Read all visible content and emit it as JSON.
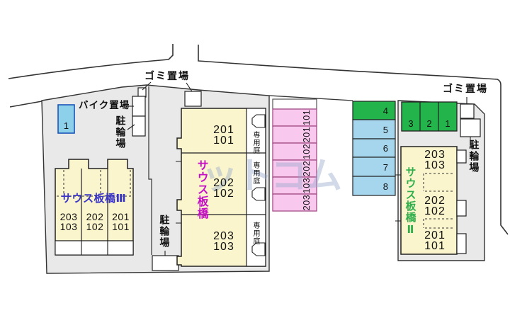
{
  "labels": {
    "garbage": "ゴミ置場",
    "bike_parking": "バイク置場",
    "bicycle_parking": "駐輪場",
    "private_garden": "専用庭"
  },
  "buildings": {
    "left": {
      "name": "サウス板橋Ⅲ",
      "units": [
        {
          "upper": "203",
          "lower": "103"
        },
        {
          "upper": "202",
          "lower": "102"
        },
        {
          "upper": "201",
          "lower": "101"
        }
      ]
    },
    "middle": {
      "name": "サウス板橋",
      "units": [
        {
          "upper": "201",
          "lower": "101"
        },
        {
          "upper": "202",
          "lower": "102"
        },
        {
          "upper": "203",
          "lower": "103"
        }
      ]
    },
    "right": {
      "name": "サウス板橋Ⅱ",
      "units": [
        {
          "upper": "203",
          "lower": "103"
        },
        {
          "upper": "202",
          "lower": "102"
        },
        {
          "upper": "201",
          "lower": "101"
        }
      ]
    }
  },
  "parking": {
    "single_blue": "1",
    "pink_column": [
      "101",
      "201",
      "102",
      "202",
      "103",
      "203"
    ],
    "green_row": [
      "3",
      "2",
      "1"
    ],
    "mixed_column": [
      "4",
      "5",
      "6",
      "7",
      "8"
    ]
  },
  "watermark": "ットコム",
  "colors": {
    "parcel_gray": "#e9e9e9",
    "building_cream": "#faf5cd",
    "stall_pink": "#f8c8ee",
    "stall_pink_border": "#a34d86",
    "stall_green": "#24b44c",
    "stall_blue": "#a6d6ee",
    "space_blue": "#8cd0ea",
    "space_blue_border": "#1b55b8",
    "name_left_color": "#3a35c4",
    "name_mid_color": "#c40fc4",
    "name_right_color": "#2fae4a"
  }
}
